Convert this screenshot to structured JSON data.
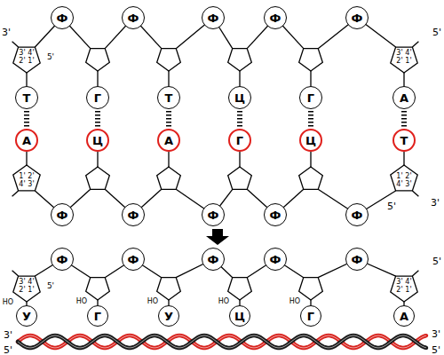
{
  "diagram": {
    "nodes": [
      {
        "text": [
          "Ф"
        ]
      },
      {
        "text": [
          "Ф"
        ]
      },
      {
        "text": [
          "Ф"
        ]
      },
      {
        "text": [
          "Ф"
        ]
      },
      {
        "text": [
          "Ф"
        ]
      },
      {
        "text": [
          "Т"
        ]
      },
      {
        "text": [
          "Г"
        ]
      },
      {
        "text": [
          "Т"
        ]
      },
      {
        "text": [
          "Ц"
        ]
      },
      {
        "text": [
          "Г"
        ]
      },
      {
        "text": [
          "А"
        ]
      },
      {
        "text": [
          "А"
        ]
      },
      {
        "text": [
          "Ц"
        ]
      },
      {
        "text": [
          "А"
        ]
      },
      {
        "text": [
          "Г"
        ]
      },
      {
        "text": [
          "Ц"
        ]
      },
      {
        "text": [
          "Т"
        ]
      },
      {
        "text": [
          "Ф"
        ]
      },
      {
        "text": [
          "Ф"
        ]
      },
      {
        "text": [
          "Ф"
        ]
      },
      {
        "text": [
          "Ф"
        ]
      },
      {
        "text": [
          "Ф"
        ]
      },
      {
        "text": [
          "Ф"
        ]
      },
      {
        "text": [
          "Ф"
        ]
      },
      {
        "text": [
          "Ф"
        ]
      },
      {
        "text": [
          "Ф"
        ]
      },
      {
        "text": [
          "Ф"
        ]
      },
      {
        "text": [
          "У"
        ]
      },
      {
        "text": [
          "Г"
        ]
      },
      {
        "text": [
          "У"
        ]
      },
      {
        "text": [
          "Ц"
        ]
      },
      {
        "text": [
          "Г"
        ]
      },
      {
        "text": [
          "А"
        ]
      }
    ],
    "edges": [
      {
        "from": 5,
        "to": 11,
        "arrow": "none"
      },
      {
        "from": 6,
        "to": 12,
        "arrow": "none"
      },
      {
        "from": 7,
        "to": 13,
        "arrow": "none"
      },
      {
        "from": 8,
        "to": 14,
        "arrow": "none"
      },
      {
        "from": 9,
        "to": 15,
        "arrow": "none"
      },
      {
        "from": 10,
        "to": 16,
        "arrow": "none"
      }
    ],
    "labels": [
      "3'",
      "3'",
      "4'",
      "5'",
      "2'",
      "1'",
      "3'",
      "4'",
      "5'",
      "2'",
      "1'",
      "1'",
      "2'",
      "4'",
      "3'",
      "1'",
      "2'",
      "5'",
      "4'",
      "3'",
      "3'",
      "3'",
      "4'",
      "5'",
      "HO",
      "2'",
      "1'",
      "HO",
      "HO",
      "HO",
      "HO",
      "3'",
      "4'",
      "5'",
      "2'",
      "1'",
      "3'",
      "5'",
      "3'",
      "5'"
    ]
  }
}
